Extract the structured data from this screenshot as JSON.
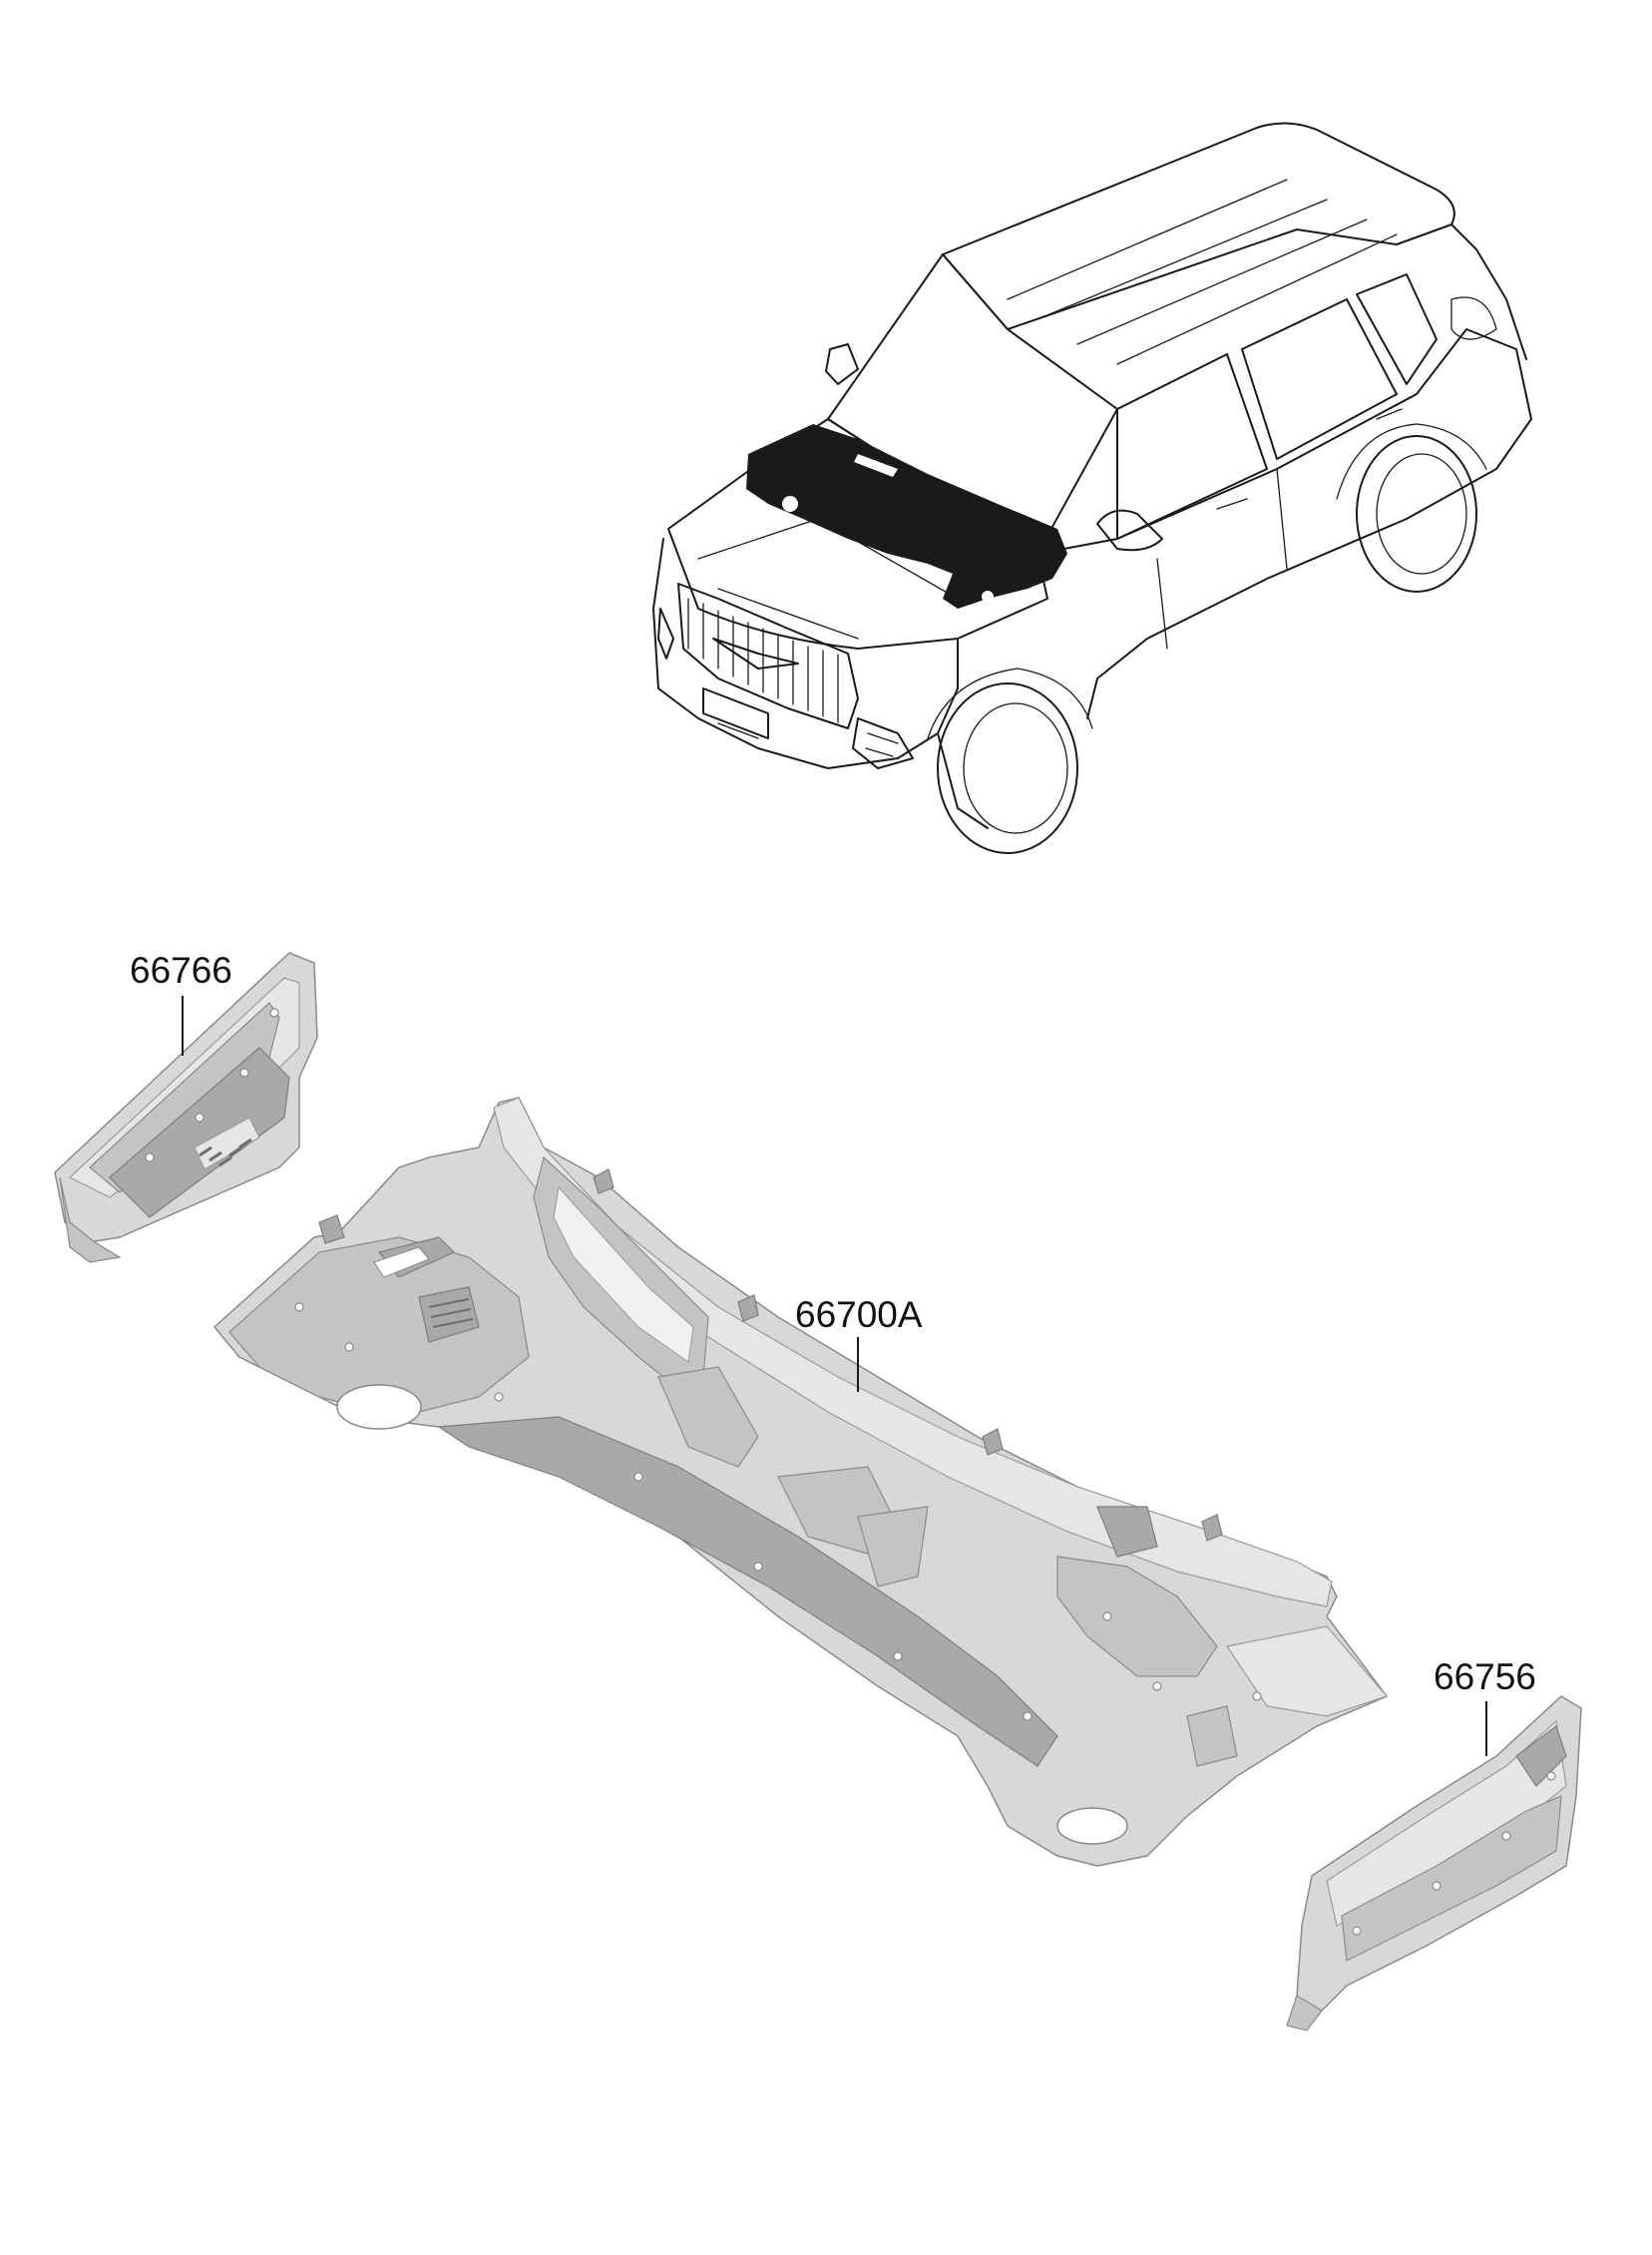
{
  "parts": [
    {
      "id": "66766",
      "label": "66766"
    },
    {
      "id": "66700A",
      "label": "66700A"
    },
    {
      "id": "66756",
      "label": "66756"
    }
  ],
  "colors": {
    "line": "#1a1a1a",
    "panel": "#d8d8d8",
    "highlight": "#1a1a1a"
  }
}
